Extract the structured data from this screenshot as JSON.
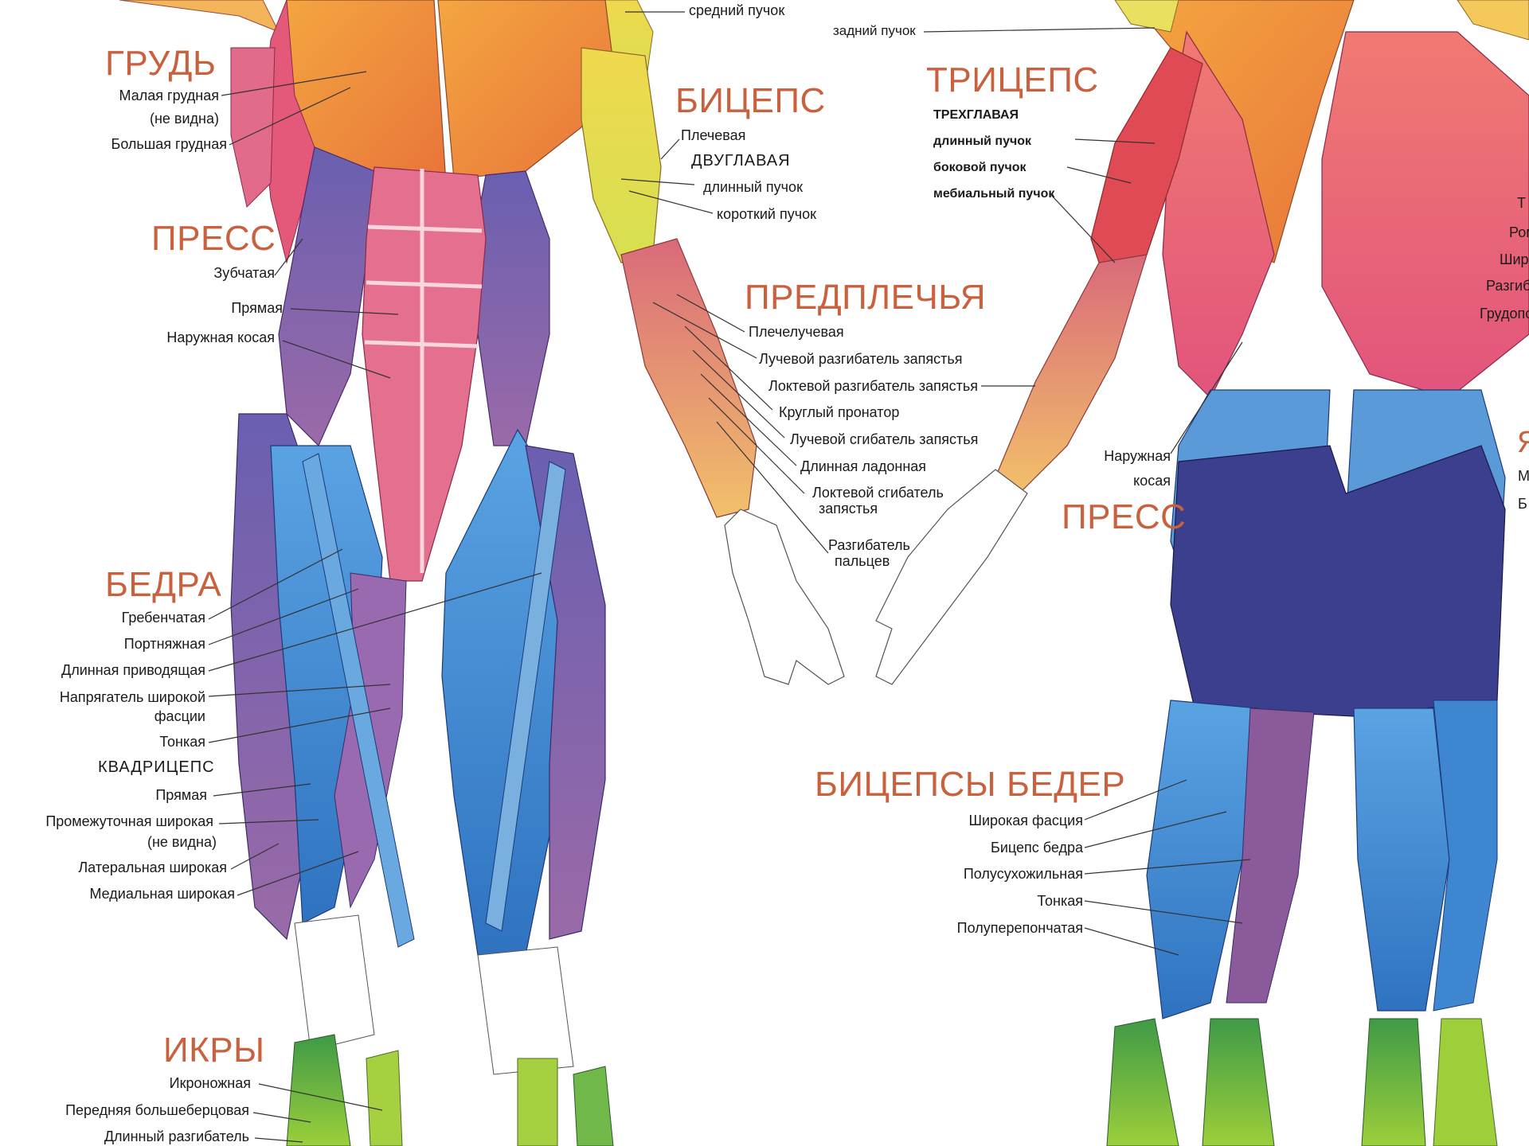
{
  "labels": {
    "front_top": "средний пучок",
    "back_top": "задний пучок",
    "chest": {
      "title": "ГРУДЬ",
      "minor": "Малая грудная",
      "minor_note": "(не видна)",
      "major": "Большая грудная"
    },
    "abs_front": {
      "title": "ПРЕСС",
      "serratus": "Зубчатая",
      "rectus": "Прямая",
      "external": "Наружная косая"
    },
    "biceps": {
      "title": "БИЦЕПС",
      "brachialis": "Плечевая",
      "sub": "ДВУГЛАВАЯ",
      "long": "длинный пучок",
      "short": "короткий пучок"
    },
    "forearm": {
      "title": "ПРЕДПЛЕЧЬЯ",
      "items": [
        "Плечелучевая",
        "Лучевой разгибатель запястья",
        "Локтевой разгибатель запястья",
        "Круглый пронатор",
        "Лучевой сгибатель запястья",
        "Длинная ладонная",
        "Локтевой сгибатель",
        "запястья",
        "Разгибатель",
        "пальцев"
      ]
    },
    "thighs": {
      "title": "БЕДРА",
      "items": [
        "Гребенчатая",
        "Портняжная",
        "Длинная приводящая",
        "Напрягатель широкой",
        "фасции",
        "Тонкая"
      ],
      "quad_title": "КВАДРИЦЕПС",
      "quad_items": [
        "Прямая",
        "Промежуточная широкая",
        "(не видна)",
        "Латеральная широкая",
        "Медиальная широкая"
      ]
    },
    "calves": {
      "title": "ИКРЫ",
      "items": [
        "Икроножная",
        "Передняя большеберцовая",
        "Длинный разгибатель"
      ]
    },
    "triceps": {
      "title": "ТРИЦЕПС",
      "sub": "ТРЕХГЛАВАЯ",
      "items": [
        "длинный пучок",
        "боковой пучок",
        "мебиальный пучок"
      ]
    },
    "abs_back": {
      "line1": "Наружная",
      "line2": "косая",
      "title": "ПРЕСС"
    },
    "hamstrings": {
      "title": "БИЦЕПСЫ БЕДЕР",
      "items": [
        "Широкая фасция",
        "Бицепс бедра",
        "Полусухожильная",
        "Тонкая",
        "Полуперепончатая"
      ]
    },
    "right_edge": [
      "Т",
      "Ром",
      "Шир",
      "Разгиб",
      "Грудопо",
      "Я",
      "М",
      "Б"
    ]
  },
  "colors": {
    "heading": "#c9603e",
    "deltoid": "#f2c35a",
    "chest": "#ee8a3c",
    "biceps": "#e3e04a",
    "torso_pink": "#e6577f",
    "abs": "#e8859a",
    "oblique": "#8a5a9a",
    "quad_blue": "#3f86d0",
    "adductor_purple": "#7a62a8",
    "calf_green": "#5fb54a",
    "glute_navy": "#3d3f8c"
  }
}
